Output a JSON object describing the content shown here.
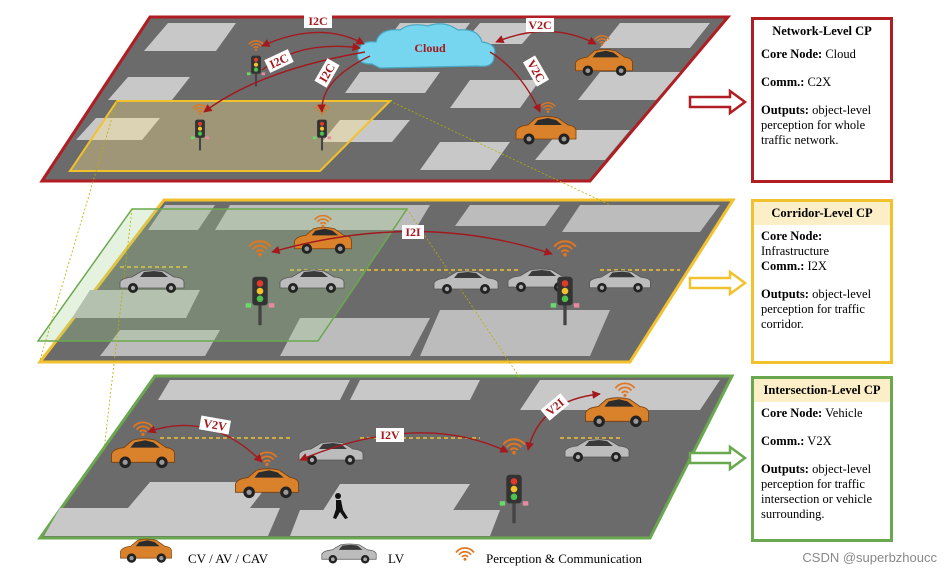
{
  "layers": {
    "network": {
      "title": "Network-Level CP",
      "core_node_label": "Core Node:",
      "core_node_value": "Cloud",
      "comm_label": "Comm.:",
      "comm_value": "C2X",
      "outputs_label": "Outputs:",
      "outputs_value": "object-level perception for whole traffic network.",
      "border_color": "#b01d22"
    },
    "corridor": {
      "title": "Corridor-Level CP",
      "core_node_label": "Core Node:",
      "core_node_value": "Infrastructure",
      "comm_label": "Comm.:",
      "comm_value": "I2X",
      "outputs_label": "Outputs:",
      "outputs_value": "object-level perception for traffic corridor.",
      "border_color": "#f2c12e"
    },
    "intersection": {
      "title": "Intersection-Level CP",
      "core_node_label": "Core Node:",
      "core_node_value": "Vehicle",
      "comm_label": "Comm.:",
      "comm_value": "V2X",
      "outputs_label": "Outputs:",
      "outputs_value": "object-level perception for traffic intersection or vehicle surrounding.",
      "border_color": "#6aa84f"
    }
  },
  "links": {
    "cloud": "Cloud",
    "i2c_1": "I2C",
    "i2c_2": "I2C",
    "i2c_3": "I2C",
    "v2c_1": "V2C",
    "v2c_2": "V2C",
    "i2i": "I2I",
    "v2v": "V2V",
    "i2v": "I2V",
    "v2i": "V2I"
  },
  "legend": {
    "cav": "CV / AV / CAV",
    "lv": "LV",
    "perception": "Perception & Communication"
  },
  "watermark": "CSDN @superbzhoucc",
  "colors": {
    "cav_body": "#d9822b",
    "lv_body": "#b8b8b8",
    "road": "#6b6b6b",
    "block": "#c8c8c8",
    "link": "#a3191d",
    "wifi": "#e2761f"
  }
}
